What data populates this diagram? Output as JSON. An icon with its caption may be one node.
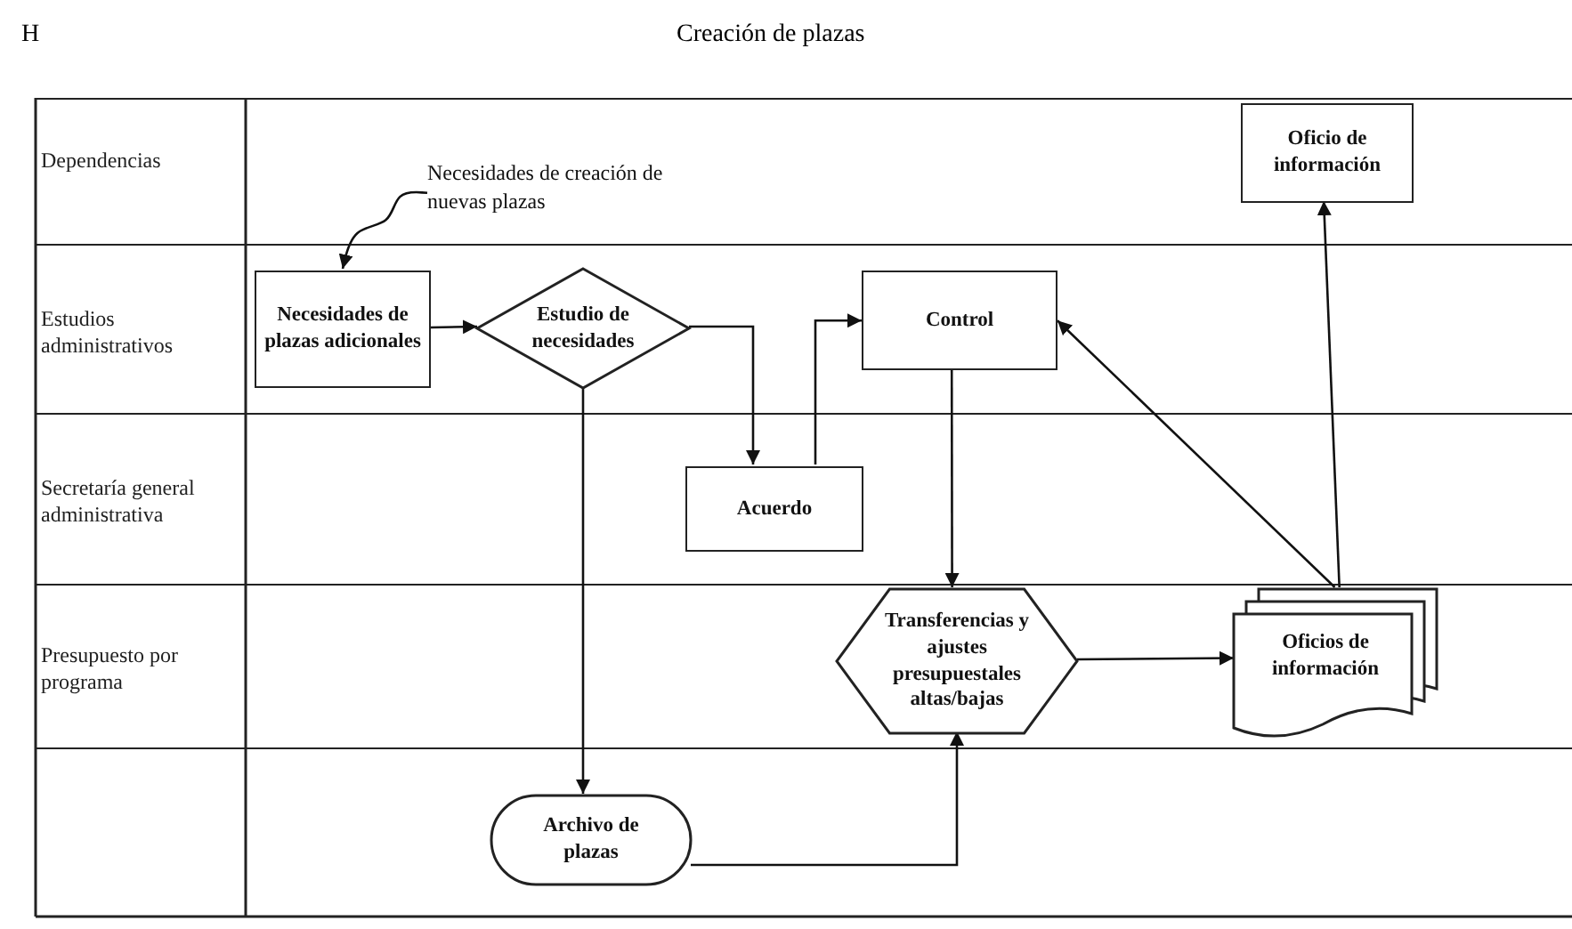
{
  "diagram": {
    "title": "Creación de plazas",
    "nodes": [
      {
        "text": [
          "Dependencias"
        ]
      },
      {
        "text": [
          "Estudios administrativos"
        ]
      },
      {
        "text": [
          "Secretaría general administrativa"
        ]
      },
      {
        "text": [
          "Presupuesto por programa"
        ]
      },
      {
        "text": [],
        "shape": "band"
      },
      {
        "text": [
          "Oficio de información"
        ],
        "in": 0
      },
      {
        "text": [
          "Necesidades de creación de nuevas plazas"
        ],
        "in": 0
      },
      {
        "text": [
          "Necesidades de plazas adicionales"
        ],
        "in": 1
      },
      {
        "text": [
          "Estudio de necesidades"
        ],
        "in": 1
      },
      {
        "text": [
          "Control"
        ],
        "in": 1
      },
      {
        "text": [
          "Acuerdo"
        ],
        "in": 2
      },
      {
        "text": [
          "Transferencias y ajustes presupuestales altas/bajas"
        ],
        "in": 3
      },
      {
        "text": [
          "Oficios de información"
        ],
        "in": 3
      },
      {
        "text": [
          "Archivo de plazas"
        ],
        "in": 4
      }
    ],
    "edges": [
      {
        "from": 6,
        "to": 7,
        "arrow": "to"
      },
      {
        "from": 7,
        "to": 8,
        "arrow": "to"
      },
      {
        "from": 8,
        "to": 10,
        "arrow": "to"
      },
      {
        "from": 8,
        "to": 13,
        "arrow": "to"
      },
      {
        "from": 10,
        "to": 9,
        "arrow": "to"
      },
      {
        "from": 9,
        "to": 11,
        "arrow": "to"
      },
      {
        "from": 13,
        "to": 11,
        "arrow": "to"
      },
      {
        "from": 11,
        "to": 12,
        "arrow": "to"
      },
      {
        "from": 12,
        "to": 9,
        "arrow": "to"
      },
      {
        "from": 12,
        "to": 5,
        "arrow": "to"
      }
    ],
    "labels": [
      "H"
    ]
  }
}
